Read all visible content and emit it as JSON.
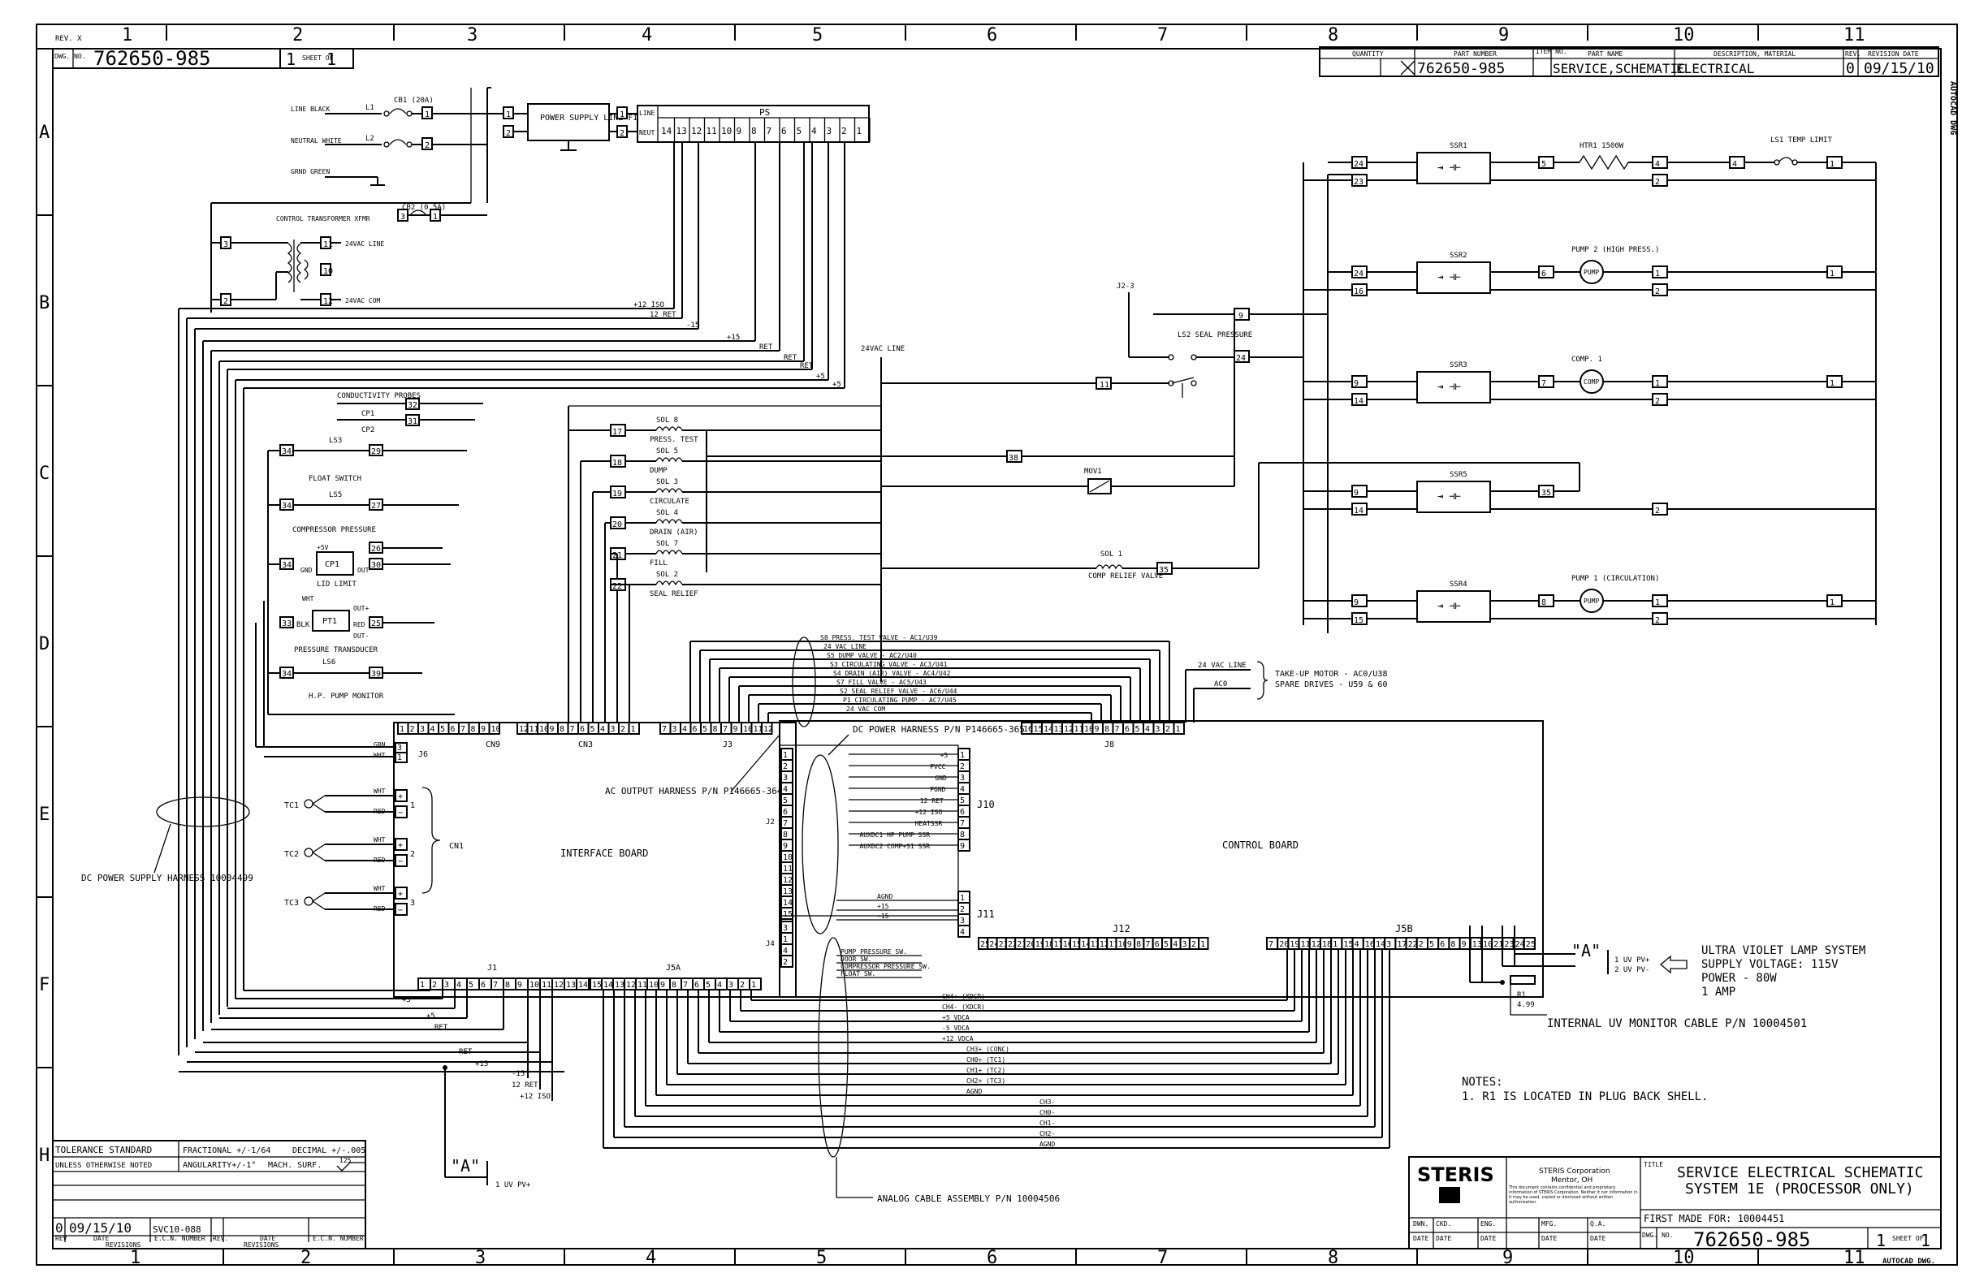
{
  "header": {
    "rev_label": "REV. X",
    "dwg_label": "DWG. NO.",
    "drawing_number": "762650-985",
    "sheet": "1",
    "sheet_of": "1",
    "sheet_label": "SHEET OF"
  },
  "grid": {
    "columns": [
      "1",
      "2",
      "3",
      "4",
      "5",
      "6",
      "7",
      "8",
      "9",
      "10",
      "11"
    ],
    "rows": [
      "A",
      "B",
      "C",
      "D",
      "E",
      "F",
      "",
      "H"
    ]
  },
  "parts_list": {
    "headers": [
      "QUANTITY",
      "PART NUMBER",
      "ITEM NO.",
      "PART NAME",
      "DESCRIPTION, MATERIAL",
      "REV.",
      "REVISION DATE"
    ],
    "row": {
      "part_number": "762650-985",
      "part_name": "SERVICE,SCHEMATIC",
      "description": "ELECTRICAL",
      "rev": "0",
      "date": "09/15/10"
    }
  },
  "side_label": "AUTOCAD DWG",
  "power": {
    "line": "LINE BLACK",
    "neutral": "NEUTRAL WHITE",
    "ground": "GRND GREEN",
    "l1": "L1",
    "l2": "L2",
    "cb1": "CB1 (20A)",
    "cb2": "CB2 (0.5A)",
    "filter": "POWER SUPPLY LINE FILTER",
    "ps": "PS",
    "ps_pins": [
      "14",
      "13",
      "12",
      "11",
      "10",
      "9",
      "8",
      "7",
      "6",
      "5",
      "4",
      "3",
      "2",
      "1"
    ],
    "ps_line": "LINE",
    "ps_neut": "NEUT",
    "xfmr": "CONTROL TRANSFORMER XFMR",
    "vac_line": "24VAC LINE",
    "vac_com": "24VAC COM",
    "rails": [
      "+12 ISO",
      "12 RET",
      "-15",
      "+15",
      "RET",
      "RET",
      "RET",
      "+5",
      "+5"
    ]
  },
  "loads": {
    "ssr": [
      "SSR1",
      "SSR2",
      "SSR3",
      "SSR5",
      "SSR4"
    ],
    "htr": "HTR1 1500W",
    "ls1": "LS1 TEMP LIMIT",
    "pump2": "PUMP 2 (HIGH PRESS.)",
    "comp": "COMP. 1",
    "pump1": "PUMP 1 (CIRCULATION)",
    "pump_text": "PUMP",
    "comp_text": "COMP",
    "ls2": "LS2 SEAL PRESSURE",
    "j2_3": "J2-3",
    "mov": "MOV1",
    "sol1": "SOL 1",
    "sol1_desc": "COMP RELIEF VALVE",
    "vac_line_label": "24VAC LINE"
  },
  "solenoids": [
    {
      "name": "SOL 8",
      "desc": "PRESS. TEST",
      "pin": "17"
    },
    {
      "name": "SOL 5",
      "desc": "DUMP",
      "pin": "18"
    },
    {
      "name": "SOL 3",
      "desc": "CIRCULATE",
      "pin": "19"
    },
    {
      "name": "SOL 4",
      "desc": "DRAIN (AIR)",
      "pin": "20"
    },
    {
      "name": "SOL 7",
      "desc": "FILL",
      "pin": "21"
    },
    {
      "name": "SOL 2",
      "desc": "SEAL RELIEF",
      "pin": "22"
    }
  ],
  "sensors": {
    "conductivity": "CONDUCTIVITY PROBES",
    "cp1": "CP1",
    "cp2": "CP2",
    "ls3": "LS3",
    "float": "FLOAT SWITCH",
    "ls5": "LS5",
    "comp_press": "COMPRESSOR PRESSURE",
    "lid": "LID LIMIT",
    "cp1box": "CP1",
    "plus5v": "+5V",
    "gnd": "GND",
    "out": "OUT",
    "pt1": "PT1",
    "transducer": "PRESSURE TRANSDUCER",
    "ls6": "LS6",
    "hp": "H.P. PUMP MONITOR",
    "wht": "WHT",
    "blk": "BLK",
    "red": "RED",
    "outp": "OUT+",
    "outm": "OUT-",
    "tc": [
      "TC1",
      "TC2",
      "TC3"
    ],
    "cn1": "CN1",
    "vac_com2": "24VAC COM"
  },
  "interface_board": {
    "title": "INTERFACE BOARD",
    "cn9": "CN9",
    "cn3": "CN3",
    "j3": "J3",
    "j6": "J6",
    "j1": "J1",
    "j5a": "J5A",
    "grn": "GRN",
    "wht": "WHT"
  },
  "control_board": {
    "title": "CONTROL BOARD",
    "j8": "J8",
    "j10": "J10",
    "j11": "J11",
    "j12": "J12",
    "j5b": "J5B",
    "j2": "J2",
    "j4": "J4"
  },
  "valve_bus": [
    "S8 PRESS. TEST VALVE - AC1/U39",
    "24 VAC LINE",
    "S5 DUMP VALVE - AC2/U40",
    "S3 CIRCULATING VALVE - AC3/U41",
    "S4 DRAIN (AIR) VALVE - AC4/U42",
    "S7 FILL VALVE - AC5/U43",
    "S2 SEAL RELIEF VALVE - AC6/U44",
    "P1 CIRCULATING PUMP - AC7/U45",
    "24 VAC COM"
  ],
  "j8_right": {
    "vac": "24 VAC LINE",
    "ac0": "AC0",
    "takeup": "TAKE-UP MOTOR - AC0/U38",
    "spare": "SPARE DRIVES - U59 & 60"
  },
  "j10_signals": [
    "+5",
    "PVCC",
    "GND",
    "PGND",
    "12 RET",
    "+12 ISO",
    "HEATSSR",
    "AUXDC1 HP PUMP SSR",
    "AUXDC2 COMP+S1 SSR"
  ],
  "j11_signals": [
    "AGND",
    "+15",
    "-15"
  ],
  "j4_signals": [
    "PUMP PRESSURE SW.",
    "DOOR SW.",
    "COMPRESSOR PRESSURE SW.",
    "FLOAT SW."
  ],
  "analog_signals": [
    "CH4+ (XDCR)",
    "CH4- (XDCR)",
    "+5 VDCA",
    "-5 VDCA",
    "+12 VDCA",
    "CH3+ (CONC)",
    "CH0+ (TC1)",
    "CH1+ (TC2)",
    "CH2+ (TC3)",
    "AGND",
    "CH3-",
    "CH0-",
    "CH1-",
    "CH2-",
    "AGND"
  ],
  "j1_rails": [
    "+5",
    "+5",
    "RET",
    "RET",
    "+15",
    "-15",
    "12 RET",
    "+12 ISO"
  ],
  "callouts": {
    "dc_harness": "DC POWER HARNESS P/N P146665-365",
    "ac_harness": "AC OUTPUT HARNESS P/N P146665-364",
    "dc_supply": "DC POWER SUPPLY HARNESS 10004499",
    "analog": "ANALOG CABLE ASSEMBLY P/N 10004506",
    "uv_cable": "INTERNAL UV MONITOR CABLE P/N 10004501",
    "uv_system": [
      "ULTRA VIOLET LAMP SYSTEM",
      "SUPPLY VOLTAGE: 115V",
      "POWER - 80W",
      "1 AMP"
    ],
    "r1": "R1",
    "r1_val": "4.99",
    "a": "\"A\"",
    "uv_pv_plus": "1 UV PV+",
    "uv_pv_minus": "2 UV PV-",
    "uv_pv": "1 UV PV+"
  },
  "notes": {
    "title": "NOTES:",
    "items": [
      "1. R1 IS LOCATED IN PLUG BACK SHELL."
    ]
  },
  "tolerance": {
    "standard": "TOLERANCE STANDARD",
    "fractional": "FRACTIONAL +/-1/64",
    "decimal": "DECIMAL +/-.005",
    "unless": "UNLESS OTHERWISE NOTED",
    "angularity": "ANGULARITY+/-1°",
    "mach": "MACH. SURF.",
    "finish": "125"
  },
  "revision": {
    "rev": "0",
    "date": "09/15/10",
    "ecn": "SVC10-088",
    "headers": [
      "REV",
      "DATE",
      "E.C.N. NUMBER",
      "REV.",
      "DATE",
      "E.C.N. NUMBER"
    ],
    "label": "REVISIONS"
  },
  "title_block": {
    "logo": "STERIS",
    "company": "STERIS Corporation",
    "city": "Mentor, OH",
    "notice": "This document contains confidential and proprietary information of STERIS Corporation. Neither it nor information in it may be used, copied or disclosed without written authorization.",
    "title_label": "TITLE",
    "title1": "SERVICE ELECTRICAL SCHEMATIC",
    "title2": "SYSTEM 1E (PROCESSOR ONLY)",
    "first_made": "FIRST MADE FOR: 10004451",
    "dwg_no": "762650-985",
    "sheet": "1",
    "sheet_of": "1",
    "sign_labels": [
      "DWN.",
      "CKD.",
      "ENG.",
      "MFG.",
      "Q.A.",
      "DATE",
      "DATE",
      "DATE",
      "DATE",
      "DATE"
    ],
    "dwg_label": "DWG. NO.",
    "autocad": "AUTOCAD DWG."
  }
}
